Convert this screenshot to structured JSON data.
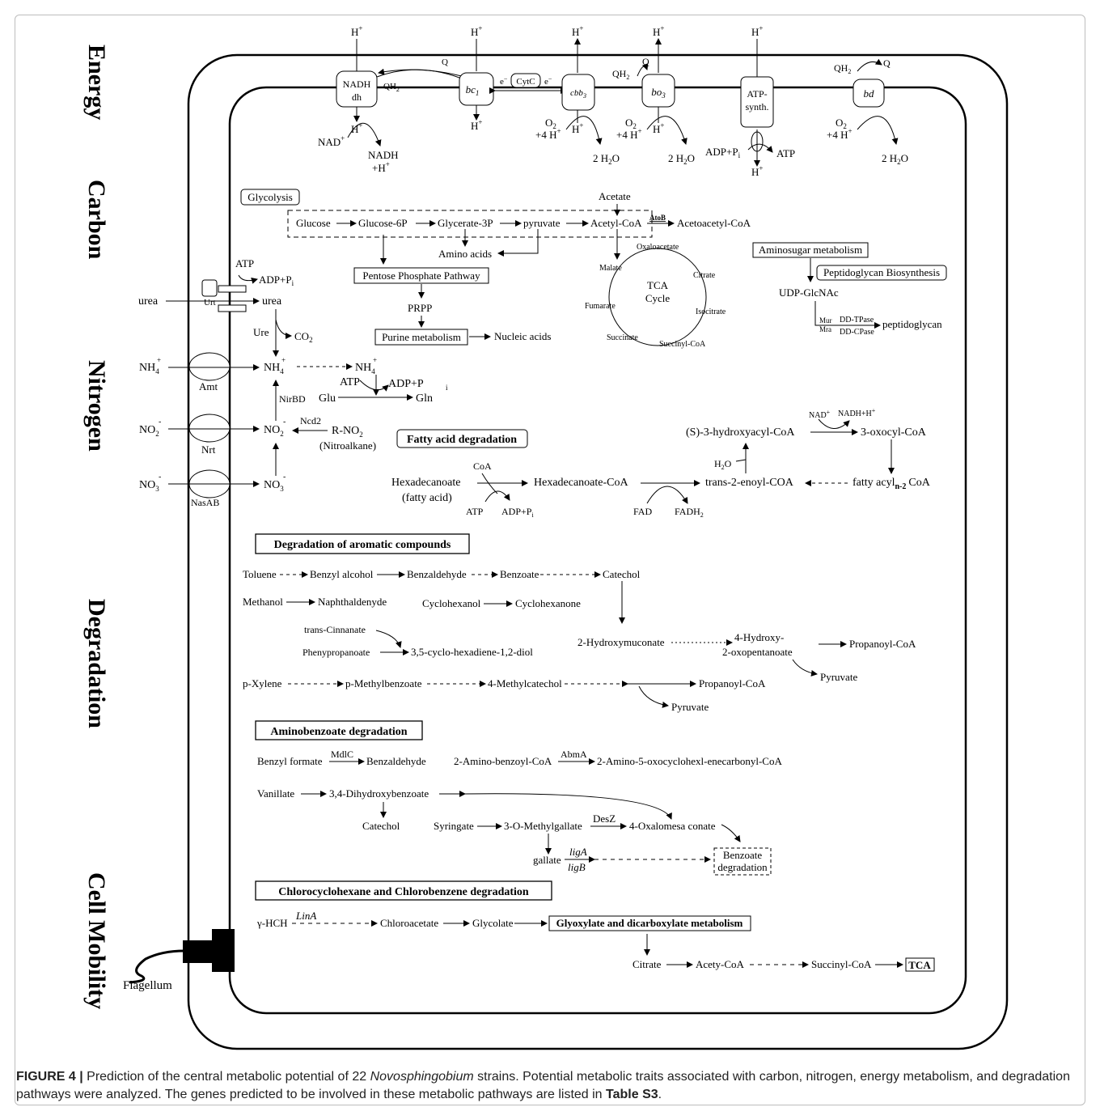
{
  "sections": [
    "Energy",
    "Carbon",
    "Nitrogen",
    "Degradation",
    "Cell Mobility"
  ],
  "energy": {
    "complexes": {
      "nadh_dh": "NADH dh",
      "bc1": "bc",
      "bc1_sub": "1",
      "cytc": "CytC",
      "cbb3": "cbb",
      "cbb3_sub": "3",
      "bo3": "bo",
      "bo3_sub": "3",
      "atp_synth": "ATP-synth.",
      "bd": "bd"
    },
    "labels": {
      "h": "H",
      "plus": "+",
      "q": "Q",
      "qh": "QH",
      "qh_sub": "2",
      "e": "e",
      "minus": "−",
      "nad": "NAD",
      "nadh": "NADH",
      "h2o": "2 H",
      "h2o_sub": "2",
      "o": "O",
      "o2_pre": "O",
      "o2_sub": "2",
      "four_h": "+4 H",
      "h_line": "+H",
      "atp": "ATP",
      "adp": "ADP+P",
      "pi_sub": "i"
    }
  },
  "carbon": {
    "glycolysis_label": "Glycolysis",
    "glycolysis_chain": [
      "Glucose",
      "Glucose-6P",
      "Glycerate-3P",
      "pyruvate",
      "Acetyl-CoA"
    ],
    "acetate": "Acetate",
    "atob": "AtoB",
    "acetoacetyl": "Acetoacetyl-CoA",
    "amino_acids": "Amino acids",
    "ppp": "Pentose Phosphate Pathway",
    "prpp": "PRPP",
    "purine": "Purine metabolism",
    "nucleic": "Nucleic acids",
    "tca_title": "TCA",
    "tca_title2": "Cycle",
    "tca": [
      "Oxaloacetate",
      "Citrate",
      "Isocitrate",
      "Succinyl-CoA",
      "Succinate",
      "Fumarate",
      "Malate"
    ],
    "aminosugar": "Aminosugar metabolism",
    "peptidoglycan_bio": "Peptidoglycan Biosynthesis",
    "udp": "UDP-GlcNAc",
    "mur": "Mur",
    "mra": "Mra",
    "ddt": "DD-TPase",
    "ddc": "DD-CPase",
    "peptidoglycan": "peptidoglycan",
    "atp": "ATP",
    "adp": "ADP+P",
    "pi_sub": "i",
    "urt": "Urt",
    "urea": "urea",
    "ure": "Ure",
    "co2": "CO",
    "co2_sub": "2"
  },
  "nitrogen": {
    "nh4": "NH",
    "nh4_sub": "4",
    "nh4_sup": "+",
    "no2": "NO",
    "no2_sub": "2",
    "no3": "NO",
    "no3_sub": "3",
    "minus": "-",
    "amt": "Amt",
    "nrt": "Nrt",
    "nasab": "NasAB",
    "nirbd": "NirBD",
    "ncd2": "Ncd2",
    "rno2": "R-NO",
    "nitroalkane": "(Nitroalkane)",
    "atp": "ATP",
    "adp": "ADP+P",
    "glu": "Glu",
    "gln": "Gln"
  },
  "fatty_acid": {
    "title": "Fatty acid degradation",
    "hexadecanoate": "Hexadecanoate",
    "fatty_acid": "(fatty acid)",
    "coa": "CoA",
    "atp": "ATP",
    "adp": "ADP+P",
    "hexa_coa": "Hexadecanoate-CoA",
    "fad": "FAD",
    "fadh2": "FADH",
    "fadh2_sub": "2",
    "enoyl": "trans-2-enoyl-COA",
    "acyl": "fatty acyl",
    "acyl_sub": "n-2",
    "acyl_coa": "CoA",
    "h2o": "H",
    "h2o_o": "O",
    "hydroxyacyl": "(S)-3-hydroxyacyl-CoA",
    "nad": "NAD",
    "nadh": "NADH+H",
    "oxocyl": "3-oxocyl-CoA"
  },
  "aromatic": {
    "title": "Degradation of aromatic compounds",
    "toluene": "Toluene",
    "benzyl_alcohol": "Benzyl alcohol",
    "benzaldehyde": "Benzaldehyde",
    "benzoate": "Benzoate",
    "catechol": "Catechol",
    "methanol": "Methanol",
    "naphthaldenyde": "Naphthaldenyde",
    "cyclohexanol": "Cyclohexanol",
    "cyclohexanone": "Cyclohexanone",
    "cinnanate": "trans-Cinnanate",
    "phenypropanoate": "Phenypropanoate",
    "diol": "3,5-cyclo-hexadiene-1,2-diol",
    "hydroxymuconate": "2-Hydroxymuconate",
    "hydroxy4": "4-Hydroxy-",
    "oxopentanoate": "2-oxopentanoate",
    "propanoyl": "Propanoyl-CoA",
    "pyruvate": "Pyruvate",
    "xylene": "p-Xylene",
    "methylbenzoate": "p-Methylbenzoate",
    "methylcatechol": "4-Methylcatechol"
  },
  "aminobenzoate": {
    "title": "Aminobenzoate degradation",
    "benzyl_formate": "Benzyl formate",
    "mdlc": "MdlC",
    "benzaldehyde": "Benzaldehyde",
    "amino_benzoyl": "2-Amino-benzoyl-CoA",
    "abma": "AbmA",
    "amino_oxo": "2-Amino-5-oxocyclohexl-enecarbonyl-CoA",
    "vanillate": "Vanillate",
    "dihydroxybenzoate": "3,4-Dihydroxybenzoate",
    "catechol": "Catechol",
    "syringate": "Syringate",
    "methylgallate": "3-O-Methylgallate",
    "desz": "DesZ",
    "oxalomesa": "4-Oxalomesa conate",
    "gallate": "gallate",
    "liga": "ligA",
    "ligb": "ligB",
    "benzoate_deg1": "Benzoate",
    "benzoate_deg2": "degradation"
  },
  "chloro": {
    "title": "Chlorocyclohexane and Chlorobenzene degradation",
    "hch": "γ-HCH",
    "lina": "LinA",
    "chloroacetate": "Chloroacetate",
    "glycolate": "Glycolate",
    "glyoxylate": "Glyoxylate and dicarboxylate metabolism",
    "citrate": "Citrate",
    "acety": "Acety-CoA",
    "succinyl": "Succinyl-CoA",
    "tca": "TCA"
  },
  "flagellum": "Flagellum",
  "caption": {
    "fig": "FIGURE 4 | ",
    "t1": "Prediction of the central metabolic potential of 22 ",
    "genus": "Novosphingobium",
    "t2": " strains. Potential metabolic traits associated with carbon, nitrogen, energy metabolism, and degradation pathways were analyzed. The genes predicted to be involved in these metabolic pathways are listed in ",
    "table": "Table S3",
    "t3": "."
  }
}
